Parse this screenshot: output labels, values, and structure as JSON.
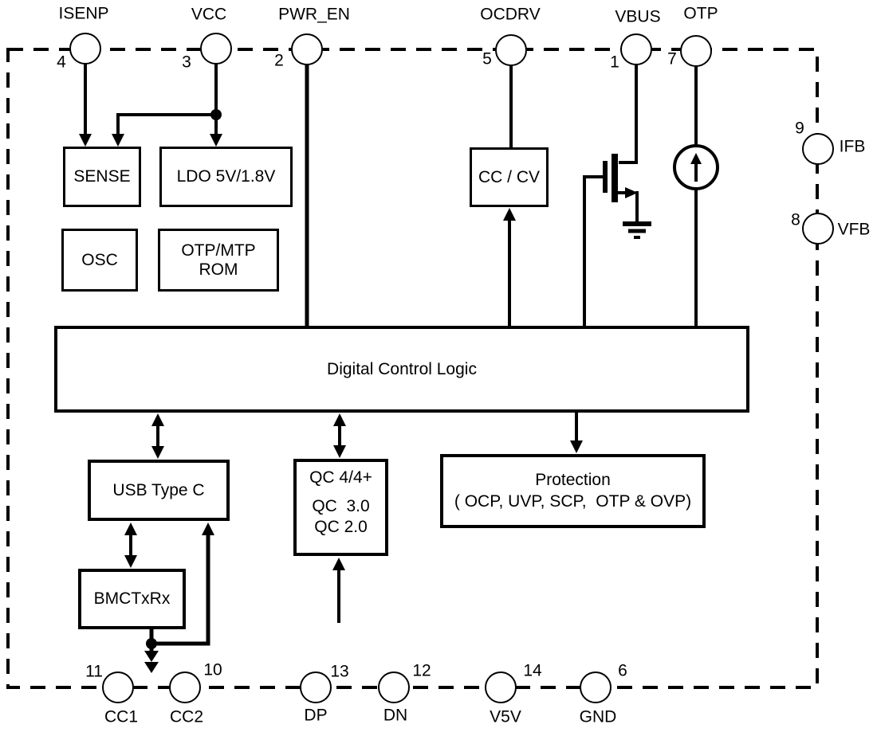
{
  "diagram": {
    "type": "ic-functional-block-diagram",
    "blocks": {
      "sense": {
        "label": "SENSE"
      },
      "ldo": {
        "label": "LDO 5V/1.8V"
      },
      "osc": {
        "label": "OSC"
      },
      "otp_mtp_rom": {
        "line1": "OTP/MTP",
        "line2": "ROM"
      },
      "cc_cv": {
        "label": "CC / CV"
      },
      "digital_control_logic": {
        "label": "Digital Control Logic"
      },
      "usb_type_c": {
        "label": "USB Type C"
      },
      "qc": {
        "line1": "QC 4/4+",
        "line2": "QC  3.0",
        "line3": "QC 2.0"
      },
      "protection": {
        "title": "Protection",
        "detail": "( OCP, UVP, SCP,  OTP & OVP)"
      },
      "bmc_tx_rx": {
        "label": "BMCTxRx"
      }
    },
    "pins": {
      "top": [
        {
          "number": "4",
          "label": "ISENP"
        },
        {
          "number": "3",
          "label": "VCC"
        },
        {
          "number": "2",
          "label": "PWR_EN"
        },
        {
          "number": "5",
          "label": "OCDRV"
        },
        {
          "number": "1",
          "label": "VBUS"
        },
        {
          "number": "7",
          "label": "OTP"
        }
      ],
      "right": [
        {
          "number": "9",
          "label": "IFB"
        },
        {
          "number": "8",
          "label": "VFB"
        }
      ],
      "bottom": [
        {
          "number": "11",
          "label": "CC1"
        },
        {
          "number": "10",
          "label": "CC2"
        },
        {
          "number": "13",
          "label": "DP"
        },
        {
          "number": "12",
          "label": "DN"
        },
        {
          "number": "14",
          "label": "V5V"
        },
        {
          "number": "6",
          "label": "GND"
        }
      ]
    },
    "symbols": [
      "nmos-transistor",
      "ground",
      "current-source"
    ],
    "colors": {
      "line": "#000000",
      "background": "#ffffff",
      "text": "#000000"
    }
  }
}
